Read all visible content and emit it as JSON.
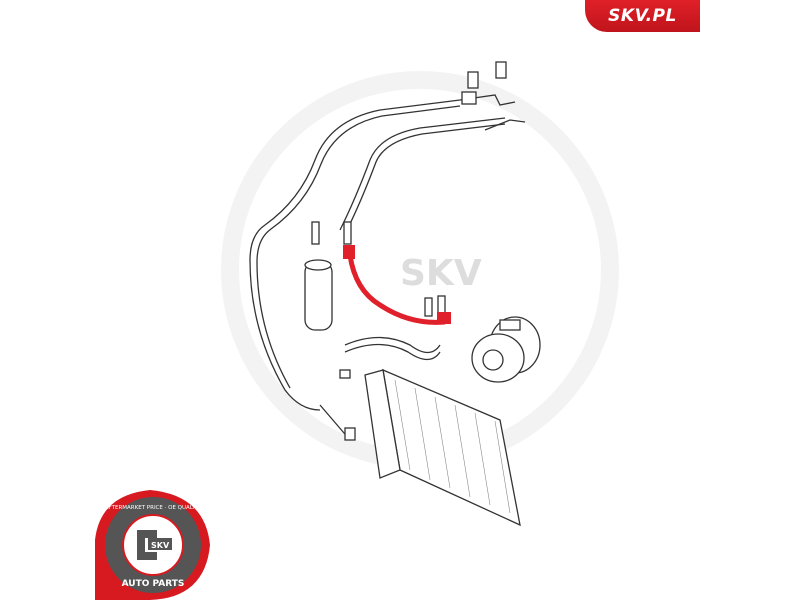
{
  "brand": {
    "label": "SKV.PL",
    "color": "#d71920"
  },
  "seal": {
    "top_text": "AFTERMARKET PRICE · OE QUALITY",
    "bottom_text": "AUTO PARTS",
    "center_text": "SKV"
  },
  "watermark": {
    "text": "SKV"
  },
  "diagram": {
    "highlight_color": "#e0202a",
    "line_color": "#333333"
  }
}
